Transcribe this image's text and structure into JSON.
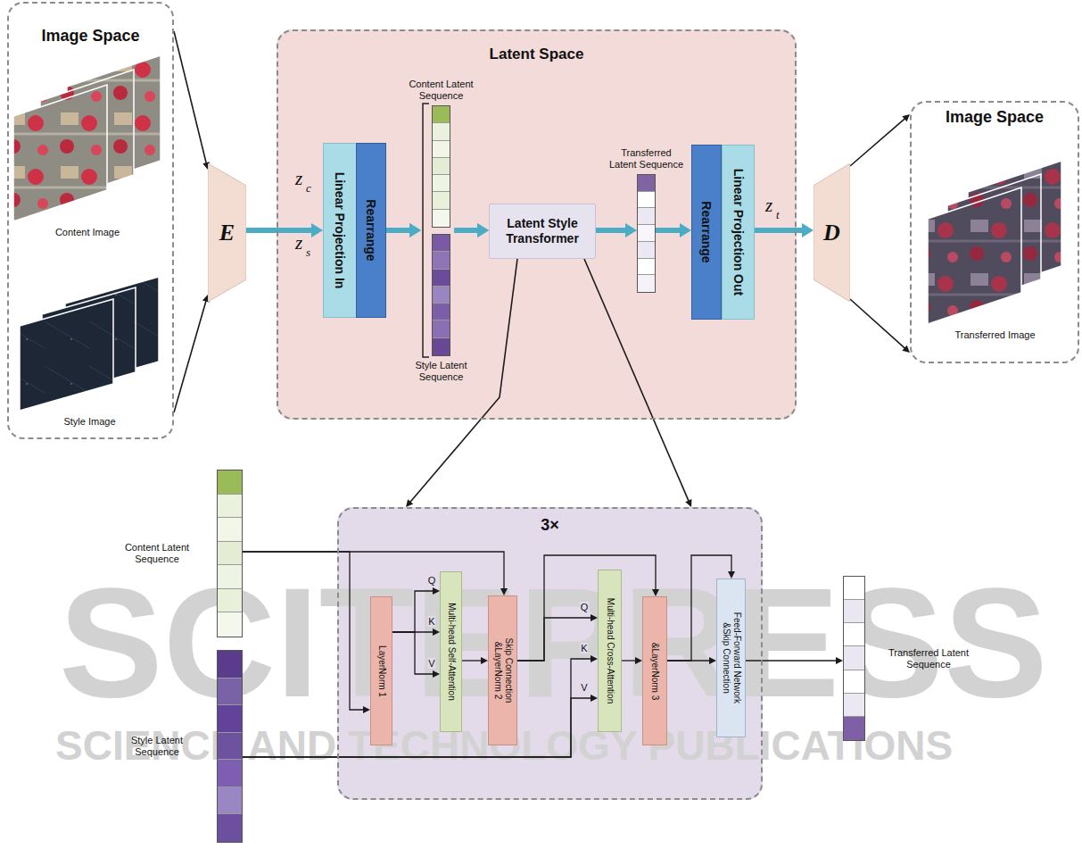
{
  "diagram": {
    "nodes": [
      {
        "text": [
          "Image Space"
        ]
      },
      {
        "text": [
          "Content Image"
        ],
        "in": 0
      },
      {
        "text": [
          "Style Image"
        ],
        "in": 0
      },
      {
        "text": [
          "E"
        ]
      },
      {
        "text": [
          "Latent Space"
        ]
      },
      {
        "text": [
          "Linear Projection In"
        ],
        "in": 4
      },
      {
        "text": [
          "Rearrange"
        ],
        "in": 4
      },
      {
        "text": [
          "Content Latent Sequence"
        ],
        "in": 4
      },
      {
        "text": [
          "Style Latent Sequence"
        ],
        "in": 4
      },
      {
        "text": [
          "Latent Style Transformer"
        ],
        "in": 4
      },
      {
        "text": [
          "Transferred Latent Sequence"
        ],
        "in": 4
      },
      {
        "text": [
          "Rearrange"
        ],
        "in": 4
      },
      {
        "text": [
          "Linear Projection Out"
        ],
        "in": 4
      },
      {
        "text": [
          "D"
        ]
      },
      {
        "text": [
          "Image Space"
        ]
      },
      {
        "text": [
          "Transferred Image"
        ],
        "in": 14
      },
      {
        "text": [
          "Content Latent Sequence"
        ]
      },
      {
        "text": [
          "Style Latent Sequence"
        ]
      },
      {
        "text": [
          "3×"
        ]
      },
      {
        "text": [
          "LayerNorm 1"
        ],
        "in": 18
      },
      {
        "text": [
          "Multi-head Self-Attention"
        ],
        "in": 18
      },
      {
        "text": [
          "Skip Connection &LayerNorm 2"
        ],
        "in": 18
      },
      {
        "text": [
          "Multi-head Cross-Attention"
        ],
        "in": 18
      },
      {
        "text": [
          "&LayerNorm 3"
        ],
        "in": 18
      },
      {
        "text": [
          "Feed-Forward Network &Skip Connection"
        ],
        "in": 18
      },
      {
        "text": [
          "Transferred Latent Sequence"
        ]
      }
    ],
    "edges": [
      {
        "from": 0,
        "to": 3,
        "arrow": "to"
      },
      {
        "from": 0,
        "to": 3,
        "arrow": "to"
      },
      {
        "from": 3,
        "to": 5,
        "arrow": "to"
      },
      {
        "from": 6,
        "to": 7,
        "arrow": "to"
      },
      {
        "from": 6,
        "to": 8,
        "arrow": "to"
      },
      {
        "from": 7,
        "to": 9,
        "arrow": "to"
      },
      {
        "from": 8,
        "to": 9,
        "arrow": "to"
      },
      {
        "from": 9,
        "to": 10,
        "arrow": "to"
      },
      {
        "from": 10,
        "to": 11,
        "arrow": "to"
      },
      {
        "from": 12,
        "to": 13,
        "arrow": "to"
      },
      {
        "from": 13,
        "to": 14,
        "arrow": "to"
      },
      {
        "from": 13,
        "to": 14,
        "arrow": "to"
      },
      {
        "from": 9,
        "to": 18,
        "arrow": "to"
      },
      {
        "from": 9,
        "to": 18,
        "arrow": "to"
      },
      {
        "from": 16,
        "to": 19,
        "arrow": "to"
      },
      {
        "from": 16,
        "to": 21,
        "arrow": "to"
      },
      {
        "from": 19,
        "to": 20,
        "arrow": "to",
        "label": "Q"
      },
      {
        "from": 19,
        "to": 20,
        "arrow": "to",
        "label": "K"
      },
      {
        "from": 19,
        "to": 20,
        "arrow": "to",
        "label": "V"
      },
      {
        "from": 20,
        "to": 21,
        "arrow": "to"
      },
      {
        "from": 21,
        "to": 22,
        "arrow": "to",
        "label": "Q"
      },
      {
        "from": 21,
        "to": 23,
        "arrow": "to"
      },
      {
        "from": 17,
        "to": 22,
        "arrow": "to",
        "label": "K"
      },
      {
        "from": 17,
        "to": 22,
        "arrow": "to",
        "label": "V"
      },
      {
        "from": 22,
        "to": 23,
        "arrow": "to"
      },
      {
        "from": 23,
        "to": 24,
        "arrow": "to"
      },
      {
        "from": 23,
        "to": 24,
        "arrow": "to"
      },
      {
        "from": 24,
        "to": 25,
        "arrow": "to"
      }
    ],
    "labels": [
      "z",
      "c",
      "z",
      "s",
      "z",
      "t",
      "SCITEPRESS",
      "SCIENCE AND TECHNOLOGY PUBLICATIONS"
    ]
  }
}
